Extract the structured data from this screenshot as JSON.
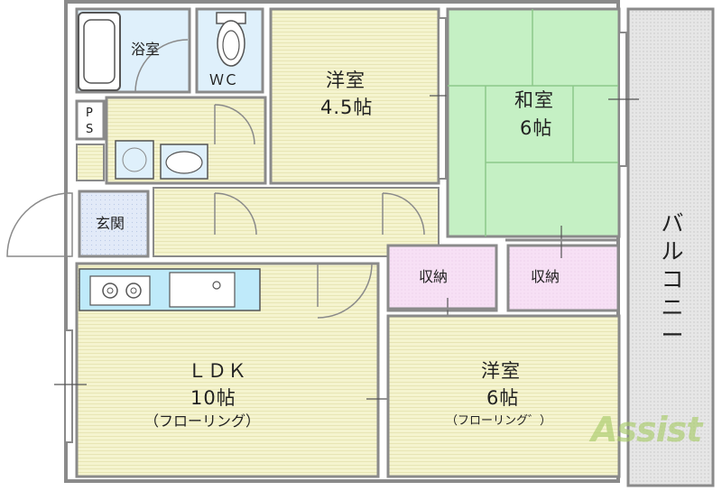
{
  "rooms": {
    "bath": {
      "name": "浴室"
    },
    "wc": {
      "name": "ＷＣ"
    },
    "ps": {
      "line1": "P",
      "line2": "S"
    },
    "western_a": {
      "name": "洋室",
      "size": "4.5帖"
    },
    "japanese": {
      "name": "和室",
      "size": "6帖"
    },
    "entrance": {
      "name": "玄関"
    },
    "storage_a": {
      "name": "収納"
    },
    "storage_b": {
      "name": "収納"
    },
    "ldk": {
      "name": "ＬＤＫ",
      "size": "10帖",
      "floor": "（フローリング）"
    },
    "western_b": {
      "name": "洋室",
      "size": "6帖",
      "floor": "（フローリング゛）"
    },
    "balcony": {
      "chars": [
        "バ",
        "ル",
        "コ",
        "ニ",
        "ー"
      ]
    }
  },
  "watermark": {
    "text": "Assist"
  },
  "colors": {
    "wall": "#8a8a8a",
    "yellow_floor": "#f4f3cc",
    "wet_area": "#dff0fb",
    "tatami": "#c5f0c4",
    "storage": "#f5dcf3",
    "balcony": "#dcdcdc",
    "kitchen_counter": "#bfeafa",
    "entrance_tile": "#dfe8f7"
  }
}
